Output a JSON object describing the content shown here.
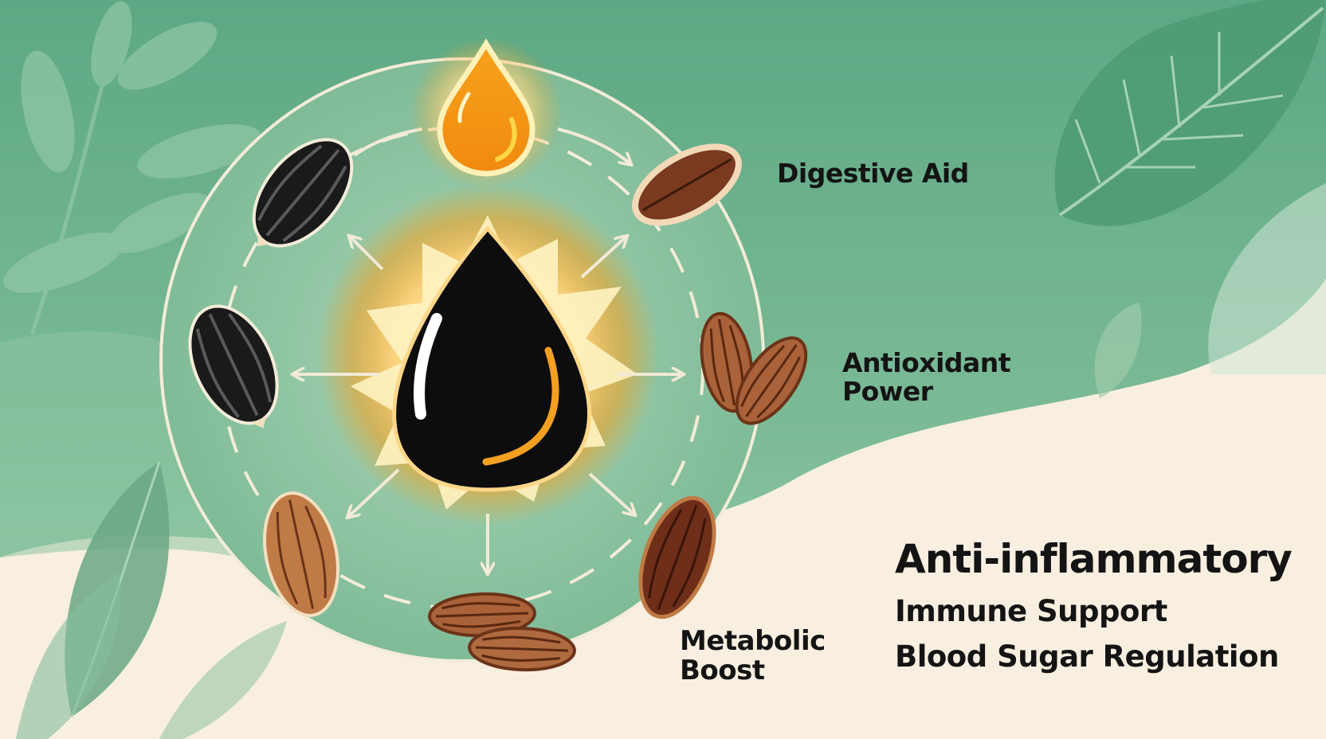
{
  "diagram": {
    "center": {
      "icon": "black-seed-oil-drop-icon"
    },
    "top": {
      "icon": "golden-oil-drop-icon"
    },
    "seeds": [
      {
        "icon": "black-seed-icon",
        "color": "#1a1a1a"
      },
      {
        "icon": "black-seed-icon",
        "color": "#1a1a1a"
      },
      {
        "icon": "brown-seed-icon",
        "color": "#7a3a20"
      },
      {
        "icon": "brown-seed-pair-icon",
        "color": "#a9623a"
      },
      {
        "icon": "brown-seed-icon",
        "color": "#6e2e18"
      },
      {
        "icon": "brown-seed-pair-icon",
        "color": "#a9623a"
      },
      {
        "icon": "brown-seed-icon",
        "color": "#c07a45"
      }
    ]
  },
  "labels": {
    "digestive": "Digestive Aid",
    "antioxidant_1": "Antioxidant",
    "antioxidant_2": "Power",
    "metabolic_1": "Metabolic",
    "metabolic_2": "Boost",
    "anti_inflammatory": "Anti-inflammatory",
    "immune": "Immune Support",
    "blood_sugar": "Blood Sugar Regulation"
  },
  "colors": {
    "background_green": "#6fb08e",
    "background_cream": "#f8efe0",
    "glow_orange": "#f5a020",
    "ring": "#f3ecd8"
  }
}
